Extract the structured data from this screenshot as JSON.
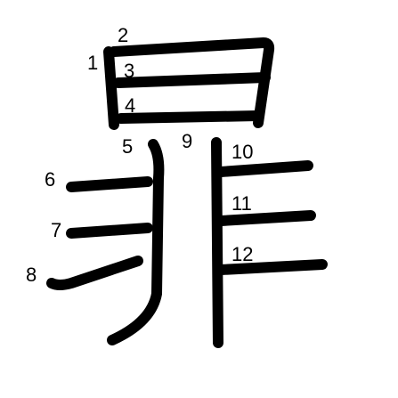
{
  "colors": {
    "stroke": "#000000",
    "label": "#000000",
    "background": "#ffffff"
  },
  "stroke_numbers": [
    "1",
    "2",
    "3",
    "4",
    "5",
    "6",
    "7",
    "8",
    "9",
    "10",
    "11",
    "12"
  ]
}
